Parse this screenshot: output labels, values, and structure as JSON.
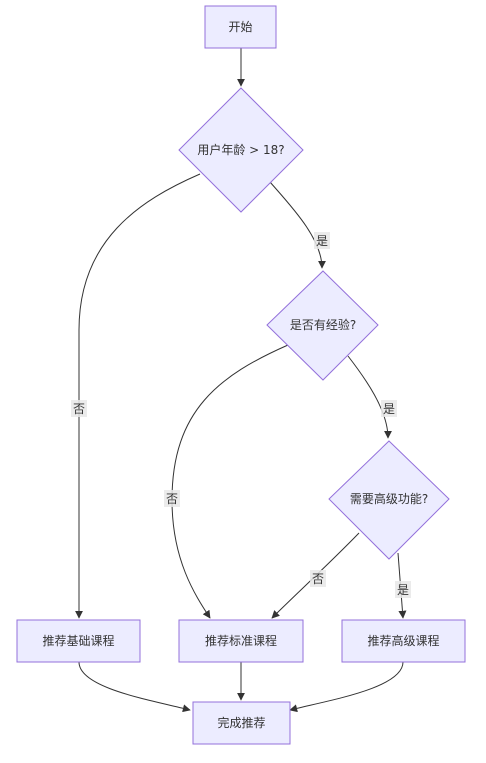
{
  "nodes": {
    "start": "开始",
    "age_check": "用户年龄 > 18?",
    "experience_check": "是否有经验?",
    "advanced_check": "需要高级功能?",
    "basic_course": "推荐基础课程",
    "standard_course": "推荐标准课程",
    "advanced_course": "推荐高级课程",
    "finish": "完成推荐"
  },
  "edges": {
    "age_yes": "是",
    "age_no": "否",
    "exp_yes": "是",
    "exp_no": "否",
    "adv_no": "否",
    "adv_yes": "是"
  },
  "colors": {
    "node_fill": "#ECECFF",
    "node_stroke": "#9370DB",
    "edge": "#333333",
    "label_bg": "#E8E8E8"
  }
}
